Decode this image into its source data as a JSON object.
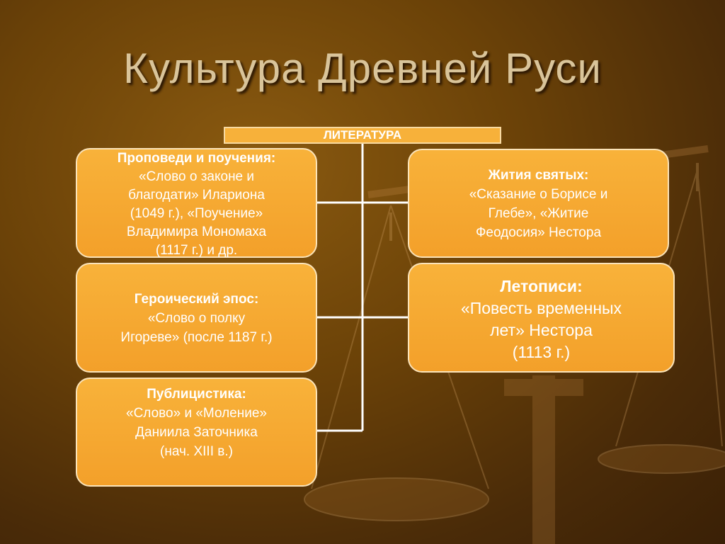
{
  "slide": {
    "title": "Культура Древней Руси",
    "header": "ЛИТЕРАТУРА"
  },
  "boxes": {
    "sermons": {
      "heading": "Проповеди и поучения:",
      "lines": [
        "«Слово о законе и",
        "благодати» Илариона",
        "(1049 г.), «Поучение»",
        "Владимира Мономаха",
        "(1117 г.) и др."
      ]
    },
    "lives": {
      "heading": "Жития святых:",
      "lines": [
        "«Сказание о Борисе и",
        "Глебе», «Житие",
        "Феодосия» Нестора"
      ]
    },
    "epic": {
      "heading": "Героический эпос:",
      "lines": [
        "«Слово о полку",
        "Игореве» (после 1187 г.)"
      ]
    },
    "chronicles": {
      "heading": "Летописи:",
      "lines": [
        "«Повесть временных",
        "лет» Нестора",
        "(1113 г.)"
      ]
    },
    "publicism": {
      "heading": "Публицистика:",
      "lines": [
        "«Слово» и «Моление»",
        "Даниила Заточника",
        "(нач. XIII в.)"
      ]
    }
  },
  "colors": {
    "box_fill": "#f7b13a",
    "box_border": "#fbe3b8",
    "title_text": "#d9c49a",
    "connector": "#ffffff"
  }
}
